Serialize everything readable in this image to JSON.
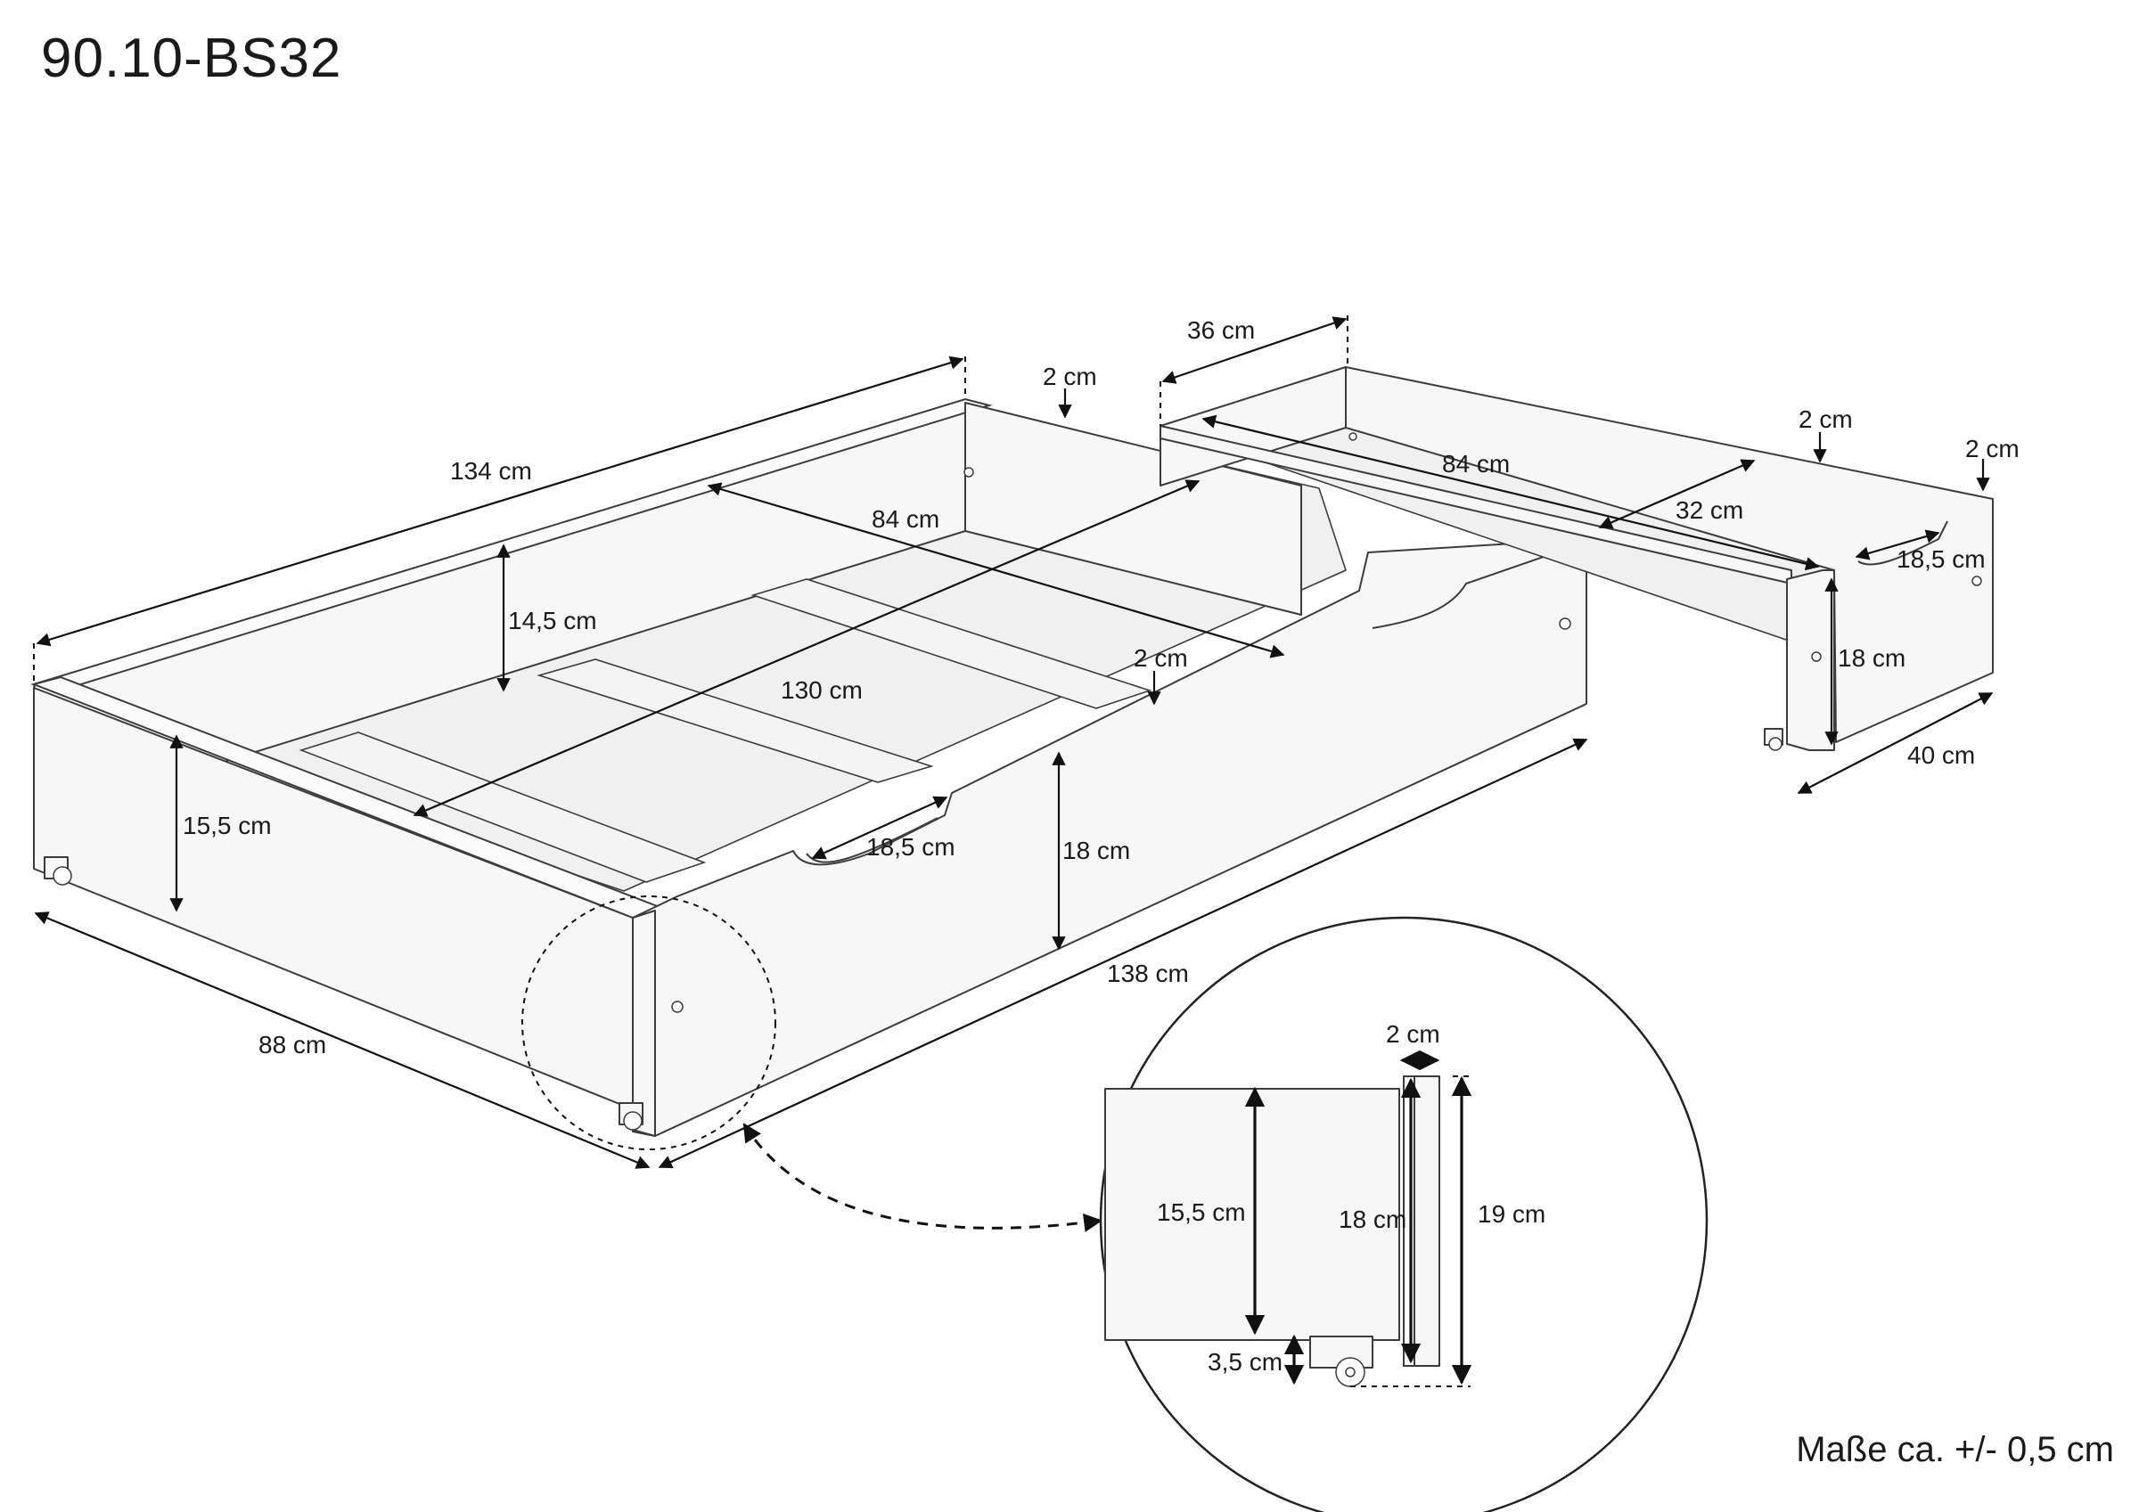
{
  "header": {
    "model_code": "90.10-BS32"
  },
  "footer": {
    "tolerance_note": "Maße ca. +/- 0,5 cm"
  },
  "large_drawer": {
    "length_outer": "134 cm",
    "length_with_front": "138 cm",
    "width_outer": "88 cm",
    "inner_width": "84 cm",
    "diagonal": "130 cm",
    "inner_height": "14,5 cm",
    "side_height": "15,5 cm",
    "front_height": "18 cm",
    "handle_width": "18,5 cm",
    "slat_thickness": "2 cm",
    "wall_thickness": "2 cm"
  },
  "small_drawer": {
    "depth_outer": "36 cm",
    "length_inner": "84 cm",
    "inner_depth": "32 cm",
    "front_width": "40 cm",
    "front_height": "18 cm",
    "handle_width": "18,5 cm",
    "wall_thickness_side": "2 cm",
    "wall_thickness_front": "2 cm"
  },
  "detail_view": {
    "front_thickness": "2 cm",
    "side_height": "15,5 cm",
    "front_height": "18 cm",
    "total_height": "19 cm",
    "castor_clearance": "3,5 cm"
  }
}
